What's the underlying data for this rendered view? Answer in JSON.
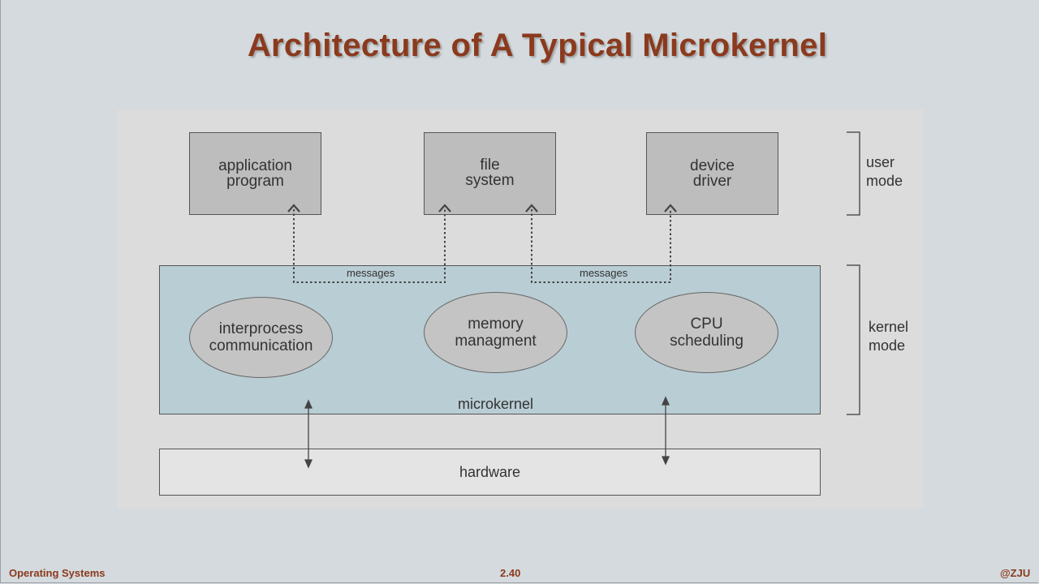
{
  "slide": {
    "title": "Architecture of A Typical Microkernel"
  },
  "diagram": {
    "user_boxes": [
      {
        "line1": "application",
        "line2": "program"
      },
      {
        "line1": "file",
        "line2": "system"
      },
      {
        "line1": "device",
        "line2": "driver"
      }
    ],
    "messages_label_1": "messages",
    "messages_label_2": "messages",
    "kernel_components": [
      {
        "line1": "interprocess",
        "line2": "communication"
      },
      {
        "line1": "memory",
        "line2": "managment"
      },
      {
        "line1": "CPU",
        "line2": "scheduling"
      }
    ],
    "microkernel_label": "microkernel",
    "hardware_label": "hardware",
    "user_mode": {
      "line1": "user",
      "line2": "mode"
    },
    "kernel_mode": {
      "line1": "kernel",
      "line2": "mode"
    }
  },
  "footer": {
    "course": "Operating Systems",
    "page": "2.40",
    "org": "@ZJU"
  },
  "colors": {
    "title": "#8b3a1e",
    "kernel_fill": "#b9cdd4",
    "box_fill": "#bdbdbd"
  }
}
